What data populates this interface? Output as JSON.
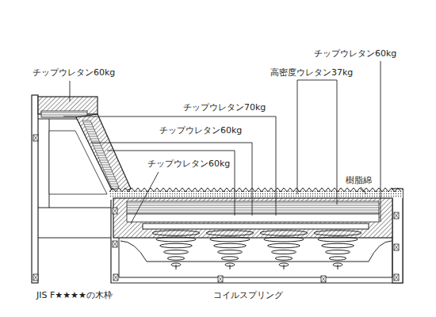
{
  "diagram": {
    "labels": [
      "チップウレタン60kg",
      "チップウレタン60kg",
      "高密度ウレタン37kg",
      "チップウレタン70kg",
      "チップウレタン60kg",
      "チップウレタン60kg",
      "樹脂綿",
      "JIS F★★★★の木枠",
      "コイルスプリング"
    ]
  }
}
